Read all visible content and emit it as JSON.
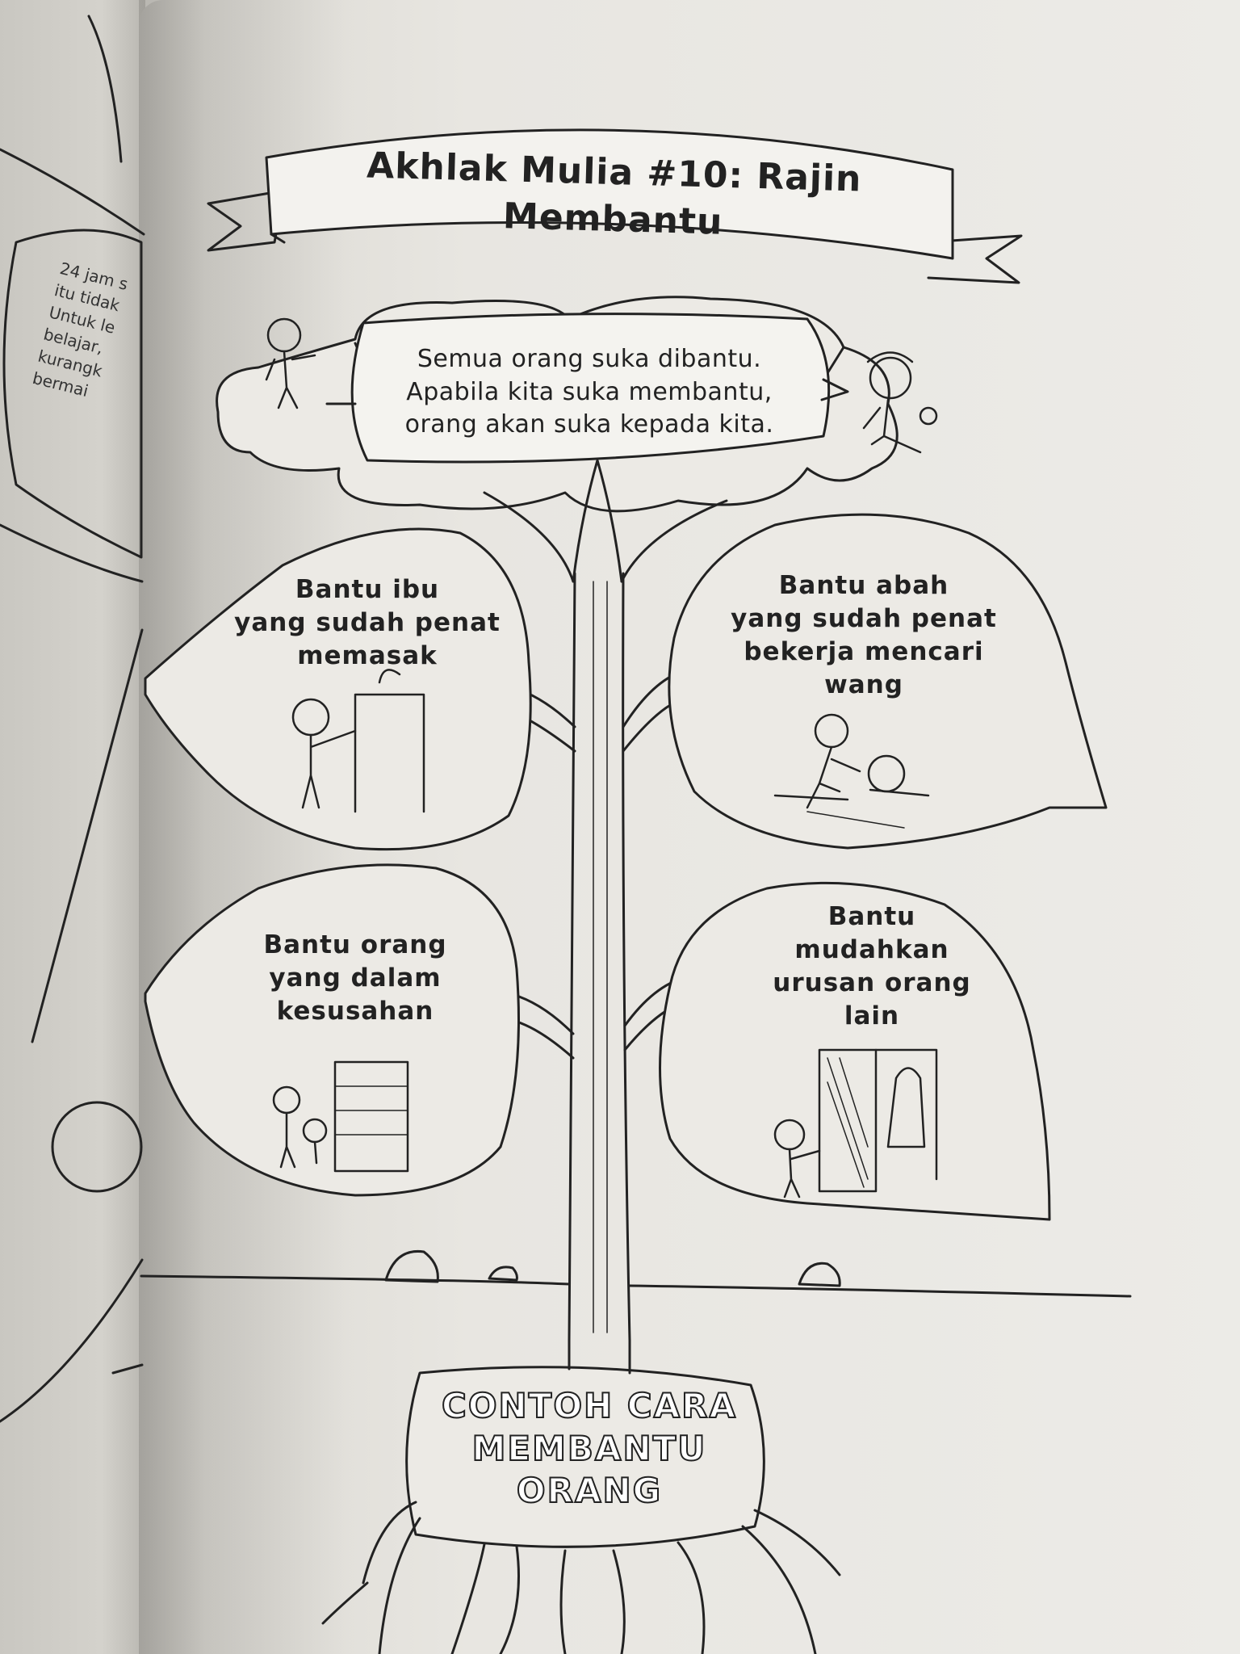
{
  "page": {
    "title": "Akhlak Mulia #10: Rajin Membantu",
    "quote_lines": [
      "Semua orang suka dibantu.",
      "Apabila kita suka membantu,",
      "orang akan suka kepada kita."
    ],
    "leaves": [
      {
        "id": "ibu",
        "lines": [
          "Bantu ibu",
          "yang sudah penat",
          "memasak"
        ]
      },
      {
        "id": "abah",
        "lines": [
          "Bantu abah",
          "yang sudah penat",
          "bekerja mencari",
          "wang"
        ]
      },
      {
        "id": "kesusahan",
        "lines": [
          "Bantu orang",
          "yang dalam",
          "kesusahan"
        ]
      },
      {
        "id": "urusan",
        "lines": [
          "Bantu",
          "mudahkan",
          "urusan orang",
          "lain"
        ]
      }
    ],
    "root_lines": [
      "CONTOH CARA",
      "MEMBANTU",
      "ORANG"
    ]
  },
  "left_page_fragment": {
    "lines": [
      "24 jam s",
      "itu tidak",
      "Untuk le",
      "belajar,",
      "kurangk",
      "bermai"
    ]
  },
  "colors": {
    "ink": "#222222",
    "paper": "#ecebe7"
  }
}
